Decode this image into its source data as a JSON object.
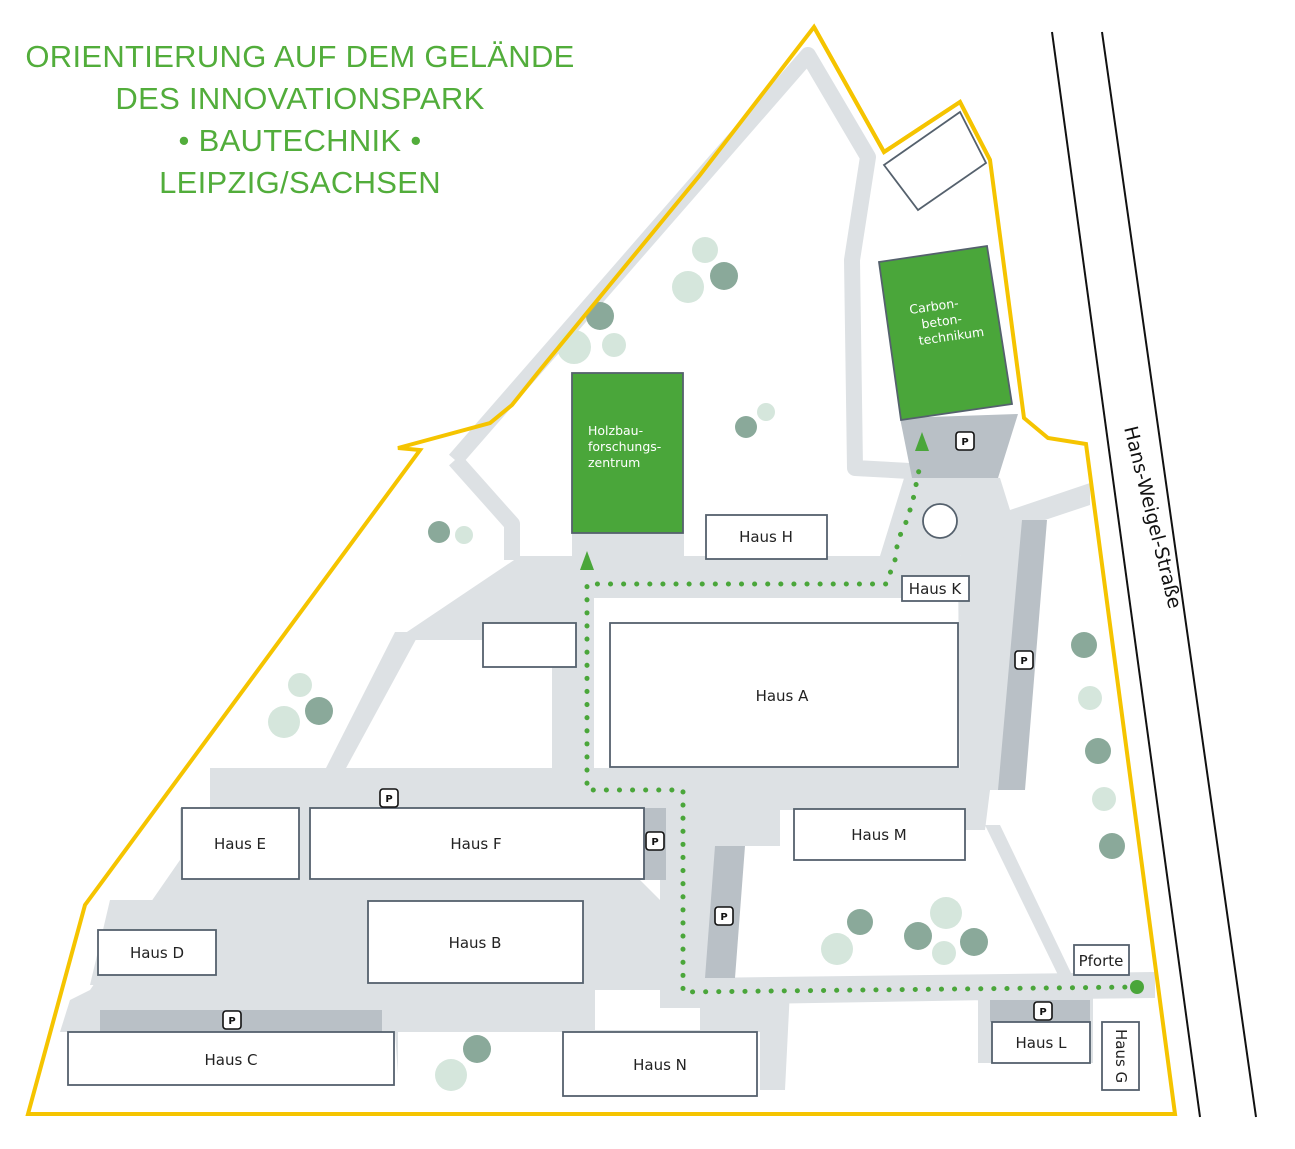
{
  "title": {
    "line1": "ORIENTIERUNG AUF DEM GELÄNDE",
    "line2": "DES INNOVATIONSPARK",
    "line3": "• BAUTECHNIK •",
    "line4": "LEIPZIG/SACHSEN"
  },
  "street": "Hans-Weigel-Straße",
  "buildings": {
    "haus_a": "Haus A",
    "haus_b": "Haus B",
    "haus_c": "Haus C",
    "haus_d": "Haus D",
    "haus_e": "Haus E",
    "haus_f": "Haus F",
    "haus_g": "Haus G",
    "haus_h": "Haus H",
    "haus_k": "Haus K",
    "haus_l": "Haus L",
    "haus_m": "Haus M",
    "haus_n": "Haus N",
    "pforte": "Pforte"
  },
  "highlighted": {
    "holzbau": [
      "Holzbau-",
      "forschungs-",
      "zentrum"
    ],
    "carbon": [
      "Carbon-",
      "beton-",
      "technikum"
    ]
  },
  "parking_label": "P",
  "colors": {
    "boundary": "#f5c400",
    "path_green": "#4aa63a",
    "highlight_green": "#4aa63a",
    "road": "#dde1e4",
    "parking_strip": "#b9c0c6",
    "building_border": "#55616d",
    "title_green": "#52ad3b",
    "tree_dark": "#8aa99a",
    "tree_light": "#d5e6dc"
  },
  "legend_icons": {
    "parking": "parking-sign-icon",
    "tree": "tree-icon",
    "entrance": "entrance-dot-icon",
    "destination": "destination-arrow-icon"
  }
}
